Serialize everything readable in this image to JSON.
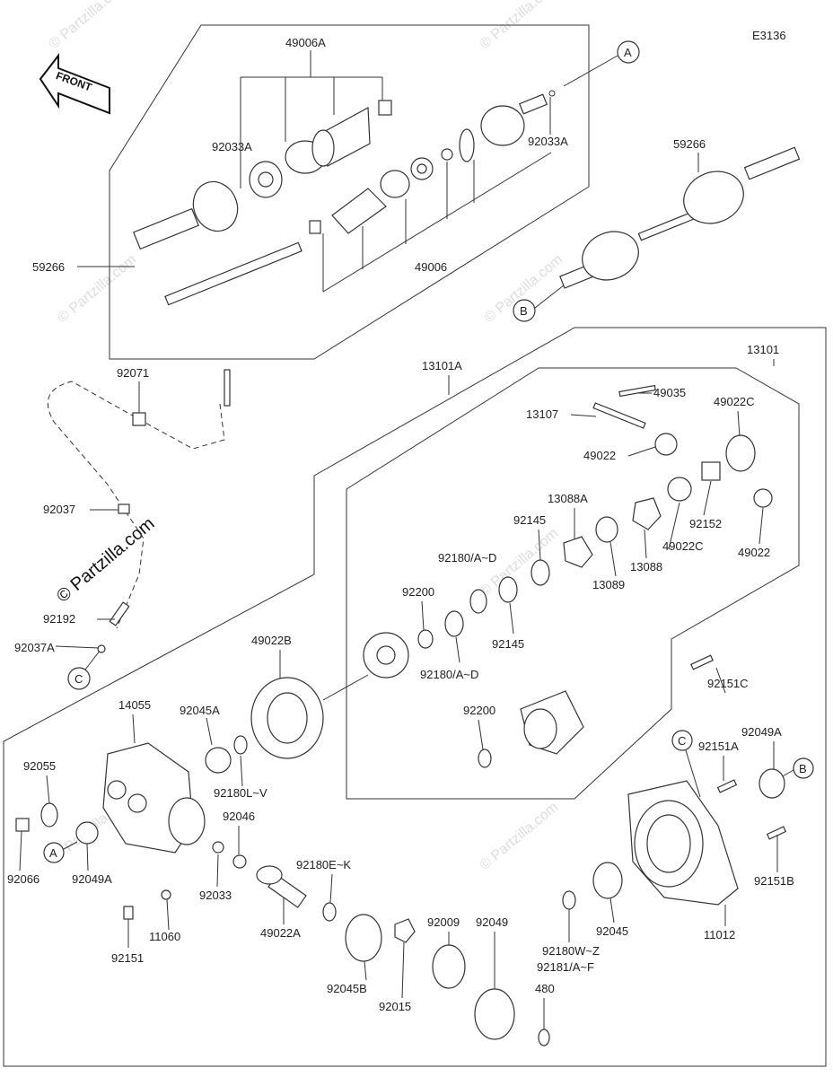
{
  "diagram_id": "E3136",
  "front_label": "FRONT",
  "watermark": "© Partzilla.com",
  "watermark_small": "© Partzilla.com",
  "callouts": {
    "a": "A",
    "b": "B",
    "c": "C"
  },
  "labels": {
    "p49006A": "49006A",
    "p92033A_1": "92033A",
    "p92033A_2": "92033A",
    "p59266_1": "59266",
    "p59266_2": "59266",
    "p49006": "49006",
    "p92071": "92071",
    "p13101A": "13101A",
    "p13101": "13101",
    "p49035": "49035",
    "p13107": "13107",
    "p49022C_1": "49022C",
    "p49022_1": "49022",
    "p13088A": "13088A",
    "p92145_1": "92145",
    "p92152": "92152",
    "p49022C_2": "49022C",
    "p49022_2": "49022",
    "p92180AD_1": "92180/A~D",
    "p13088": "13088",
    "p13089": "13089",
    "p92037": "92037",
    "p92200_1": "92200",
    "p92145_2": "92145",
    "p92192": "92192",
    "p92180AD_2": "92180/A~D",
    "p92037A": "92037A",
    "p49022B": "49022B",
    "p92151C": "92151C",
    "p14055": "14055",
    "p92045A": "92045A",
    "p92200_2": "92200",
    "p92049A_1": "92049A",
    "p92151A": "92151A",
    "p92055": "92055",
    "p92180LV": "92180L~V",
    "p92046": "92046",
    "p92066": "92066",
    "p92049A_2": "92049A",
    "p92033": "92033",
    "p92180EK": "92180E~K",
    "p92151B": "92151B",
    "p11060": "11060",
    "p49022A": "49022A",
    "p92151": "92151",
    "p92009": "92009",
    "p92049": "92049",
    "p92045": "92045",
    "p11012": "11012",
    "p92180WZ": "92180W~Z",
    "p92181AF": "92181/A~F",
    "p92045B": "92045B",
    "p92015": "92015",
    "p480": "480"
  }
}
